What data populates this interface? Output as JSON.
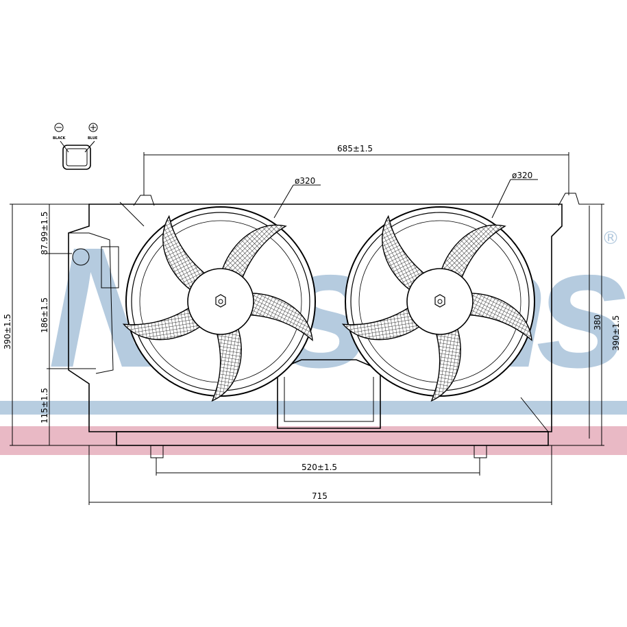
{
  "watermark": {
    "brand": "Nissens",
    "registered_mark": "®",
    "color": "#b5cbdf",
    "band_blue": "#b7cde0",
    "band_pink": "#e9b9c5"
  },
  "connector": {
    "minus_label": "BLACK",
    "plus_label": "BLUE",
    "minus_symbol": "−",
    "plus_symbol": "+"
  },
  "dimensions": {
    "top_width": "685±1.5",
    "fan_left_diameter": "ø320",
    "fan_right_diameter": "ø320",
    "left_total_height": "390±1.5",
    "left_upper": "87.99±1.5",
    "left_middle": "186±1.5",
    "left_lower": "115±1.5",
    "right_inner_height": "380",
    "right_total_height": "390±1.5",
    "bottom_mount_width": "520±1.5",
    "bottom_total_width": "715"
  }
}
